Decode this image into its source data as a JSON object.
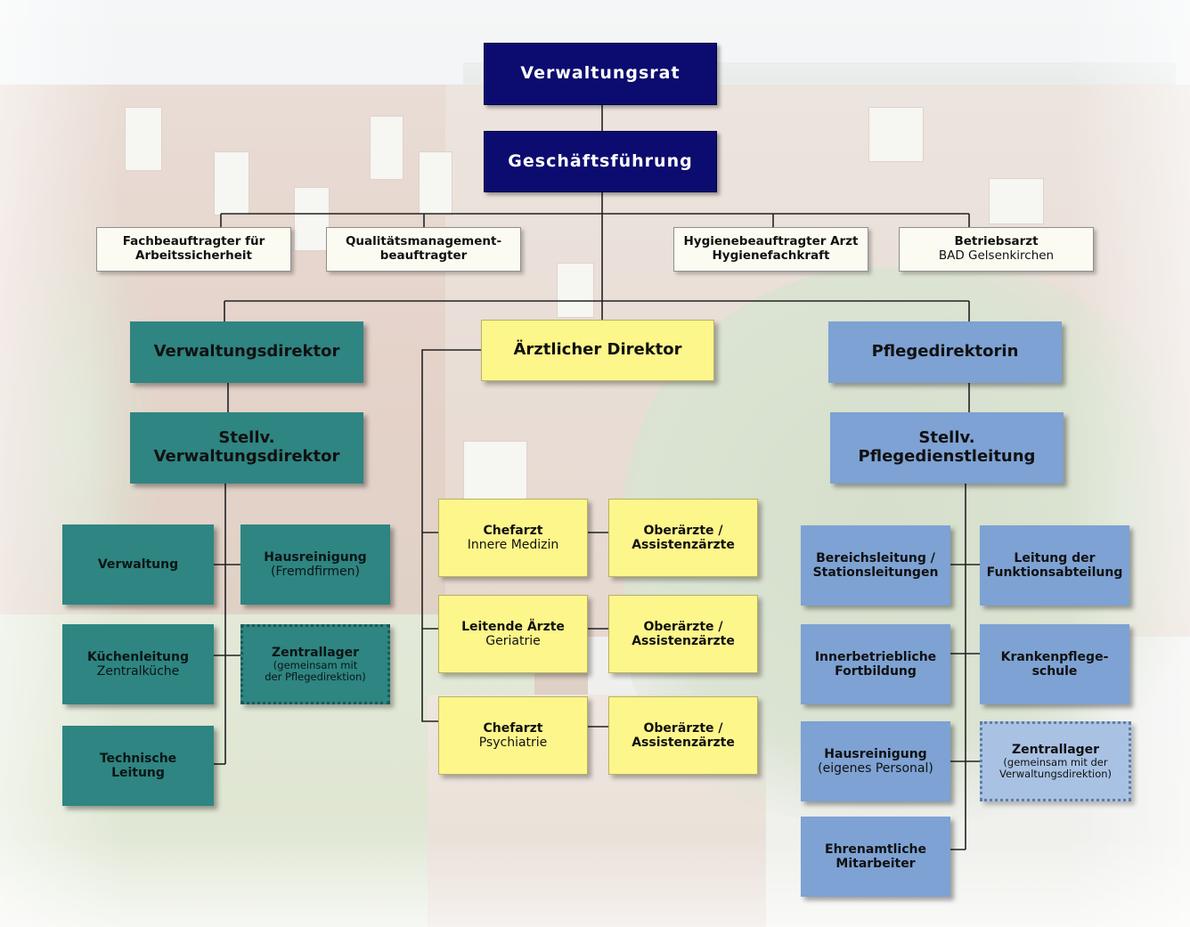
{
  "colors": {
    "board": "#0c0c70",
    "administration": "#2e8582",
    "medical": "#fdf68b",
    "nursing": "#7da2d3",
    "staff_positions": "#fbfbf2"
  },
  "board": {
    "verwaltungsrat": "Verwaltungsrat",
    "geschaeftsfuehrung": "Geschäftsführung"
  },
  "staff": {
    "fachbeauftragter": [
      "Fachbeauftragter für",
      "Arbeitssicherheit"
    ],
    "qualitaet": [
      "Qualitätsmanagement-",
      "beauftragter"
    ],
    "hygiene": [
      "Hygienebeauftragter Arzt",
      "Hygienefachkraft"
    ],
    "betriebsarzt": [
      "Betriebsarzt",
      "BAD Gelsenkirchen"
    ]
  },
  "administration": {
    "director": "Verwaltungsdirektor",
    "deputy": [
      "Stellv.",
      "Verwaltungsdirektor"
    ],
    "verwaltung": "Verwaltung",
    "hausreinigung": [
      "Hausreinigung",
      "(Fremdfirmen)"
    ],
    "kuechenleitung": [
      "Küchenleitung",
      "Zentralküche"
    ],
    "zentrallager": [
      "Zentrallager",
      "(gemeinsam mit",
      "der Pflegedirektion)"
    ],
    "technische_leitung": [
      "Technische",
      "Leitung"
    ]
  },
  "medical": {
    "director": "Ärztlicher Direktor",
    "chefarzt_innere": [
      "Chefarzt",
      "Innere Medizin"
    ],
    "leitende_aerzte": [
      "Leitende Ärzte",
      "Geriatrie"
    ],
    "chefarzt_psych": [
      "Chefarzt",
      "Psychiatrie"
    ],
    "oberaerzte": [
      "Oberärzte /",
      "Assistenzärzte"
    ]
  },
  "nursing": {
    "director": "Pflegedirektorin",
    "deputy": [
      "Stellv.",
      "Pflegedienstleitung"
    ],
    "bereichsleitung": [
      "Bereichsleitung /",
      "Stationsleitungen"
    ],
    "funktionsabteilung": [
      "Leitung der",
      "Funktionsabteilung"
    ],
    "fortbildung": [
      "Innerbetriebliche",
      "Fortbildung"
    ],
    "krankenpflegeschule": [
      "Krankenpflege-",
      "schule"
    ],
    "hausreinigung": [
      "Hausreinigung",
      "(eigenes Personal)"
    ],
    "zentrallager": [
      "Zentrallager",
      "(gemeinsam mit der",
      "Verwaltungsdirektion)"
    ],
    "ehrenamtliche": [
      "Ehrenamtliche",
      "Mitarbeiter"
    ]
  }
}
